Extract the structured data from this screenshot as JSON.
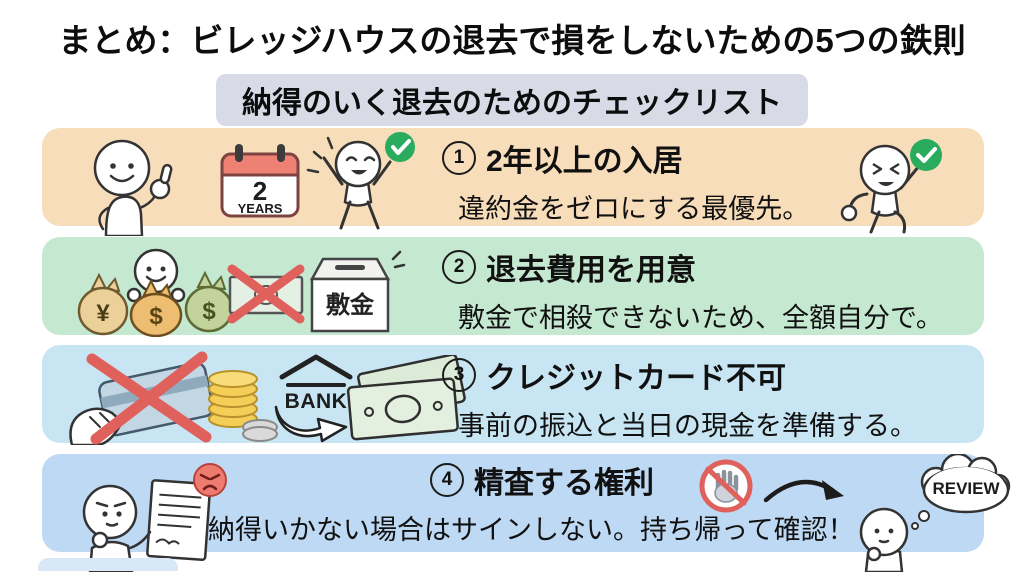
{
  "title": "まとめ：ビレッジハウスの退去で損をしないための5つの鉄則",
  "subtitle": "納得のいく退去のためのチェックリスト",
  "colors": {
    "row1_bg": "#f8ddbb",
    "row2_bg": "#c5e8d1",
    "row3_bg": "#c7e5f2",
    "row4_bg": "#bed9f3",
    "pill_bg": "#d8dbe6",
    "check_green": "#2bab5e",
    "cross_red": "#e0605c",
    "calendar_red": "#ee8074",
    "angry_red": "#ed7b70"
  },
  "rows": [
    {
      "num": "1",
      "heading": "2年以上の入居",
      "detail": "違約金をゼロにする最優先。",
      "icons": {
        "calendar_number": "2",
        "calendar_unit": "YEARS"
      }
    },
    {
      "num": "2",
      "heading": "退去費用を用意",
      "detail": "敷金で相殺できないため、全額自分で。",
      "icons": {
        "bag_yen": "¥",
        "bag_dollar_front": "$",
        "bag_dollar_right": "$",
        "box_label": "敷金"
      }
    },
    {
      "num": "3",
      "heading": "クレジットカード不可",
      "detail": "事前の振込と当日の現金を準備する。",
      "icons": {
        "bank_label": "BANK"
      }
    },
    {
      "num": "4",
      "heading": "精査する権利",
      "detail": "納得いかない場合はサインしない。持ち帰って確認！",
      "icons": {
        "thought_label": "REVIEW"
      }
    }
  ]
}
